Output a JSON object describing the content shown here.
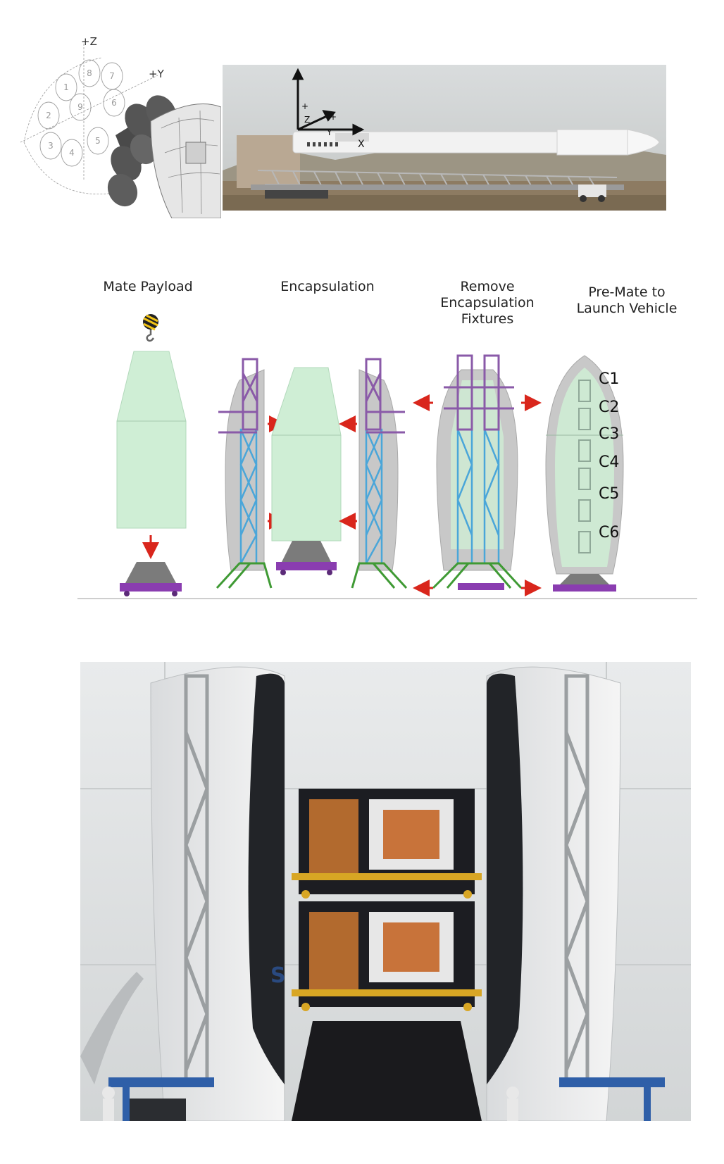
{
  "engine_diagram": {
    "axis_z": "+Z",
    "axis_y": "+Y",
    "engine_numbers": [
      "1",
      "2",
      "3",
      "4",
      "5",
      "6",
      "7",
      "8",
      "9"
    ]
  },
  "rocket_photo": {
    "axis_plus_vertical": "+",
    "axis_z": "Z",
    "axis_y": "Y",
    "axis_x": "X",
    "axis_plus_horizontal": "+"
  },
  "process_steps": [
    {
      "label": "Mate Payload"
    },
    {
      "label": "Encapsulation"
    },
    {
      "label": "Remove\nEncapsulation\nFixtures"
    },
    {
      "label": "Pre-Mate to\nLaunch Vehicle"
    }
  ],
  "compartments": [
    "C1",
    "C2",
    "C3",
    "C4",
    "C5",
    "C6"
  ],
  "colors": {
    "payload_fill": "#cfeed5",
    "fairing_gray": "#c8c8c8",
    "fixture_blue": "#4aa6d9",
    "base_purple": "#8a3db0",
    "arrow_red": "#d9261c",
    "stand_green": "#3f9a34"
  },
  "facility_photo": {
    "logo_text": "S"
  }
}
